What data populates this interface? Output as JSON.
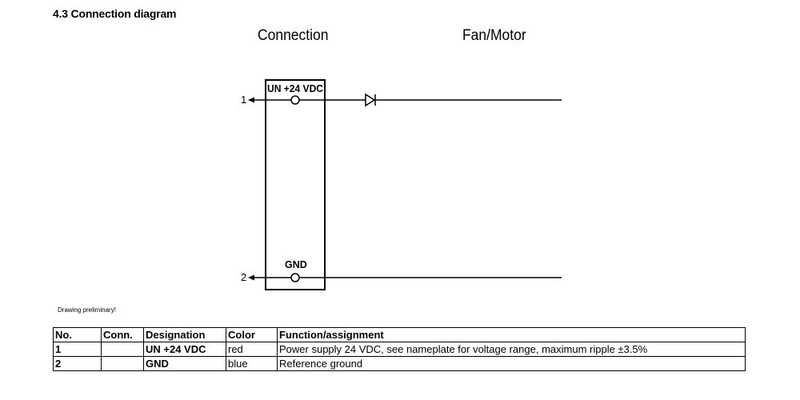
{
  "section_title": "4.3 Connection diagram",
  "headings": {
    "connection": "Connection",
    "fan_motor": "Fan/Motor"
  },
  "diagram": {
    "pins": [
      {
        "number": "1",
        "label": "UN +24 VDC"
      },
      {
        "number": "2",
        "label": "GND"
      }
    ],
    "components": [
      "diode"
    ]
  },
  "note": "Drawing preliminary!",
  "table": {
    "headers": [
      "No.",
      "Conn.",
      "Designation",
      "Color",
      "Function/assignment"
    ],
    "rows": [
      [
        "1",
        "",
        "UN +24 VDC",
        "red",
        "Power supply 24 VDC, see nameplate for voltage range, maximum ripple ±3.5%"
      ],
      [
        "2",
        "",
        "GND",
        "blue",
        "Reference ground"
      ]
    ]
  }
}
